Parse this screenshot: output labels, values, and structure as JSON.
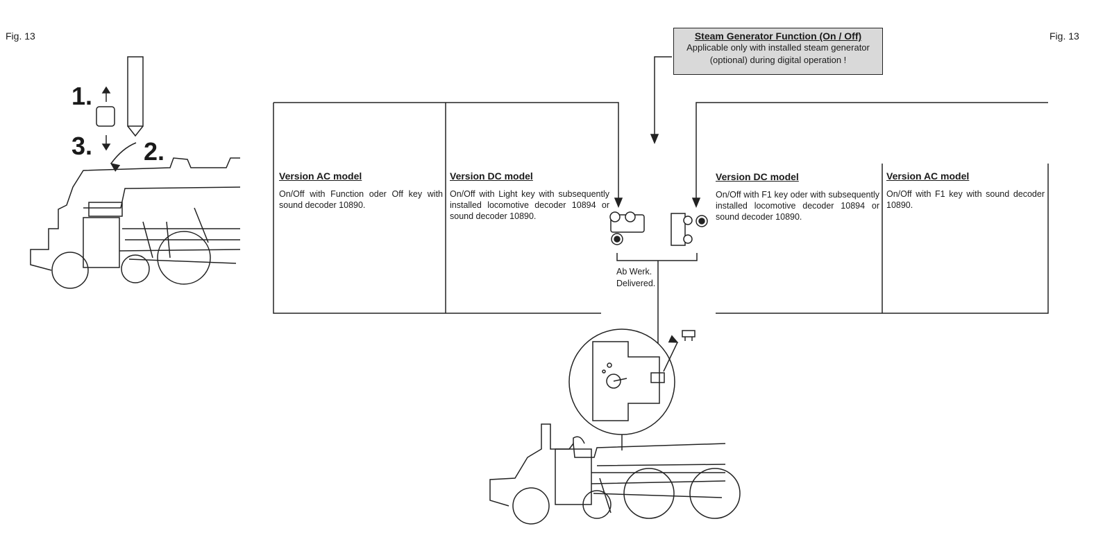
{
  "fig_label_left": "Fig. 13",
  "fig_label_right": "Fig. 13",
  "steps": [
    "1.",
    "2.",
    "3."
  ],
  "steam_box": {
    "title": "Steam Generator Function (On / Off)",
    "text": "Applicable only with installed steam generator (optional) during digital operation !"
  },
  "columns": [
    {
      "title": "Version AC model",
      "text": "On/Off with Function oder Off key with sound decoder 10890."
    },
    {
      "title": "Version DC model",
      "text": "On/Off with Light key with subsequently installed locomotive decoder 10894 or sound decoder 10890."
    },
    {
      "title": "Version DC model",
      "text": "On/Off with F1 key oder with subsequently installed locomotive decoder 10894 or sound decoder 10890."
    },
    {
      "title": "Version AC model",
      "text": "On/Off with F1 key with sound decoder 10890."
    }
  ],
  "delivered_label_1": "Ab Werk.",
  "delivered_label_2": "Delivered."
}
